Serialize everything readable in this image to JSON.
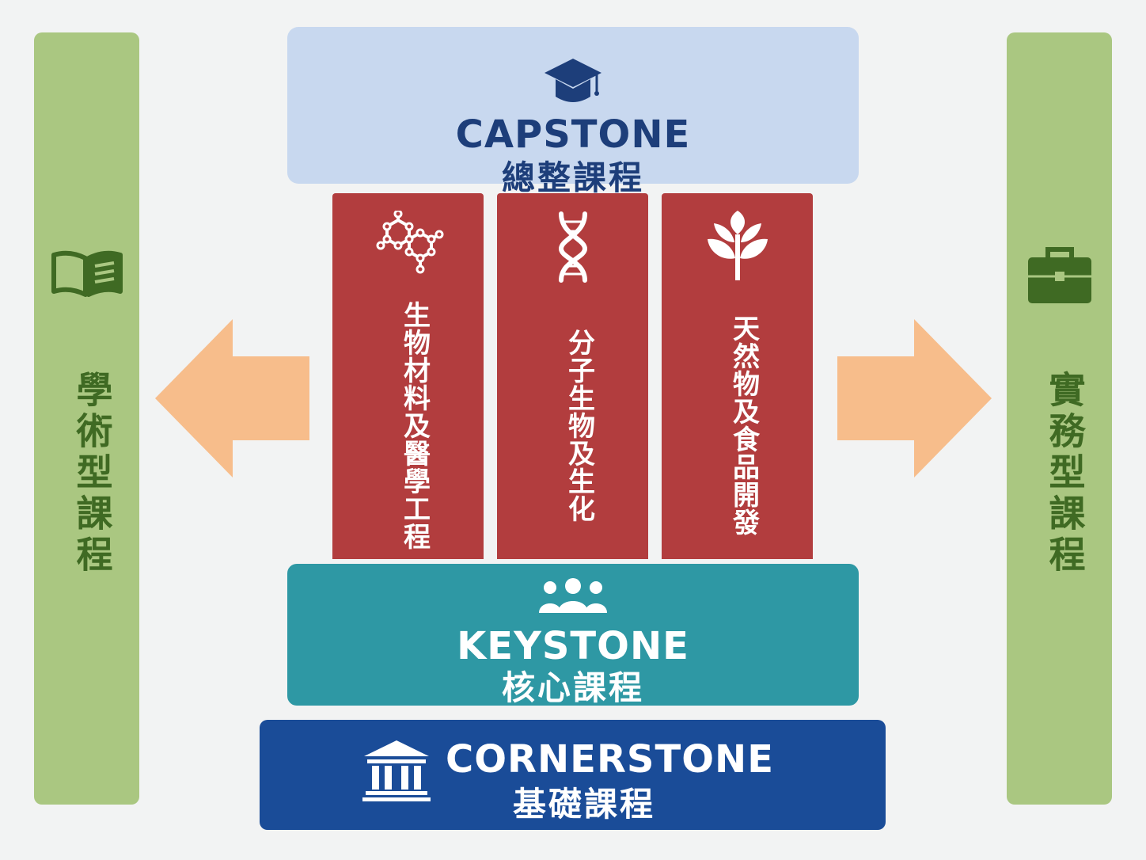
{
  "left_track": {
    "label": "學術型課程",
    "icon": "open-book-icon",
    "color": "#aac781",
    "text_color": "#3f6a23"
  },
  "right_track": {
    "label": "實務型課程",
    "icon": "briefcase-icon",
    "color": "#aac781",
    "text_color": "#3f6a23"
  },
  "arrows": {
    "color": "#f7bd8b",
    "left_icon": "arrow-left-icon",
    "right_icon": "arrow-right-icon"
  },
  "capstone": {
    "title_en": "CAPSTONE",
    "title_zh": "總整課程",
    "icon": "graduation-cap-icon",
    "color": "#c8d8ef",
    "text_color": "#1d3e7a"
  },
  "columns": [
    {
      "label": "生物材料及醫學工程",
      "icon": "molecule-icon"
    },
    {
      "label": "分子生物及生化",
      "icon": "dna-icon"
    },
    {
      "label": "天然物及食品開發",
      "icon": "plant-icon"
    }
  ],
  "column_color": "#b23d3e",
  "keystone": {
    "title_en": "KEYSTONE",
    "title_zh": "核心課程",
    "icon": "people-group-icon",
    "color": "#2e98a4"
  },
  "cornerstone": {
    "title_en": "CORNERSTONE",
    "title_zh": "基礎課程",
    "icon": "institution-icon",
    "color": "#1a4c98"
  }
}
